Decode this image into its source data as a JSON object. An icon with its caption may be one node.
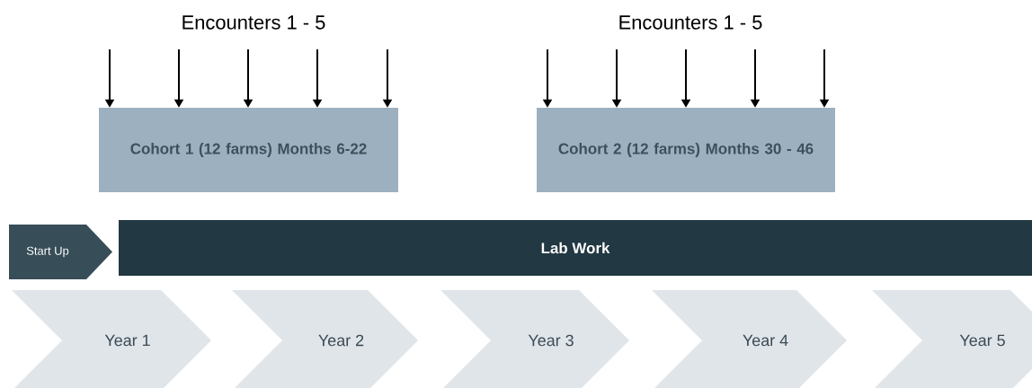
{
  "diagram": {
    "nodes": [
      {
        "text": [
          "Cohort 1 (12 farms) Months 6-22"
        ]
      },
      {
        "text": [
          "Cohort 2 (12 farms) Months 30 - 46"
        ]
      },
      {
        "text": [
          "Start Up"
        ]
      },
      {
        "text": [
          "Lab Work"
        ]
      },
      {
        "text": [
          "Year 1"
        ]
      },
      {
        "text": [
          "Year 2"
        ]
      },
      {
        "text": [
          "Year 3"
        ]
      },
      {
        "text": [
          "Year 4"
        ]
      },
      {
        "text": [
          "Year 5"
        ]
      }
    ],
    "edges": [
      {
        "from": null,
        "to": 0,
        "arrow": "to"
      },
      {
        "from": null,
        "to": 0,
        "arrow": "to"
      },
      {
        "from": null,
        "to": 0,
        "arrow": "to"
      },
      {
        "from": null,
        "to": 0,
        "arrow": "to"
      },
      {
        "from": null,
        "to": 0,
        "arrow": "to"
      },
      {
        "from": null,
        "to": 1,
        "arrow": "to"
      },
      {
        "from": null,
        "to": 1,
        "arrow": "to"
      },
      {
        "from": null,
        "to": 1,
        "arrow": "to"
      },
      {
        "from": null,
        "to": 1,
        "arrow": "to"
      },
      {
        "from": null,
        "to": 1,
        "arrow": "to"
      }
    ],
    "labels": [
      "Encounters 1 - 5",
      "Encounters 1 - 5"
    ]
  }
}
